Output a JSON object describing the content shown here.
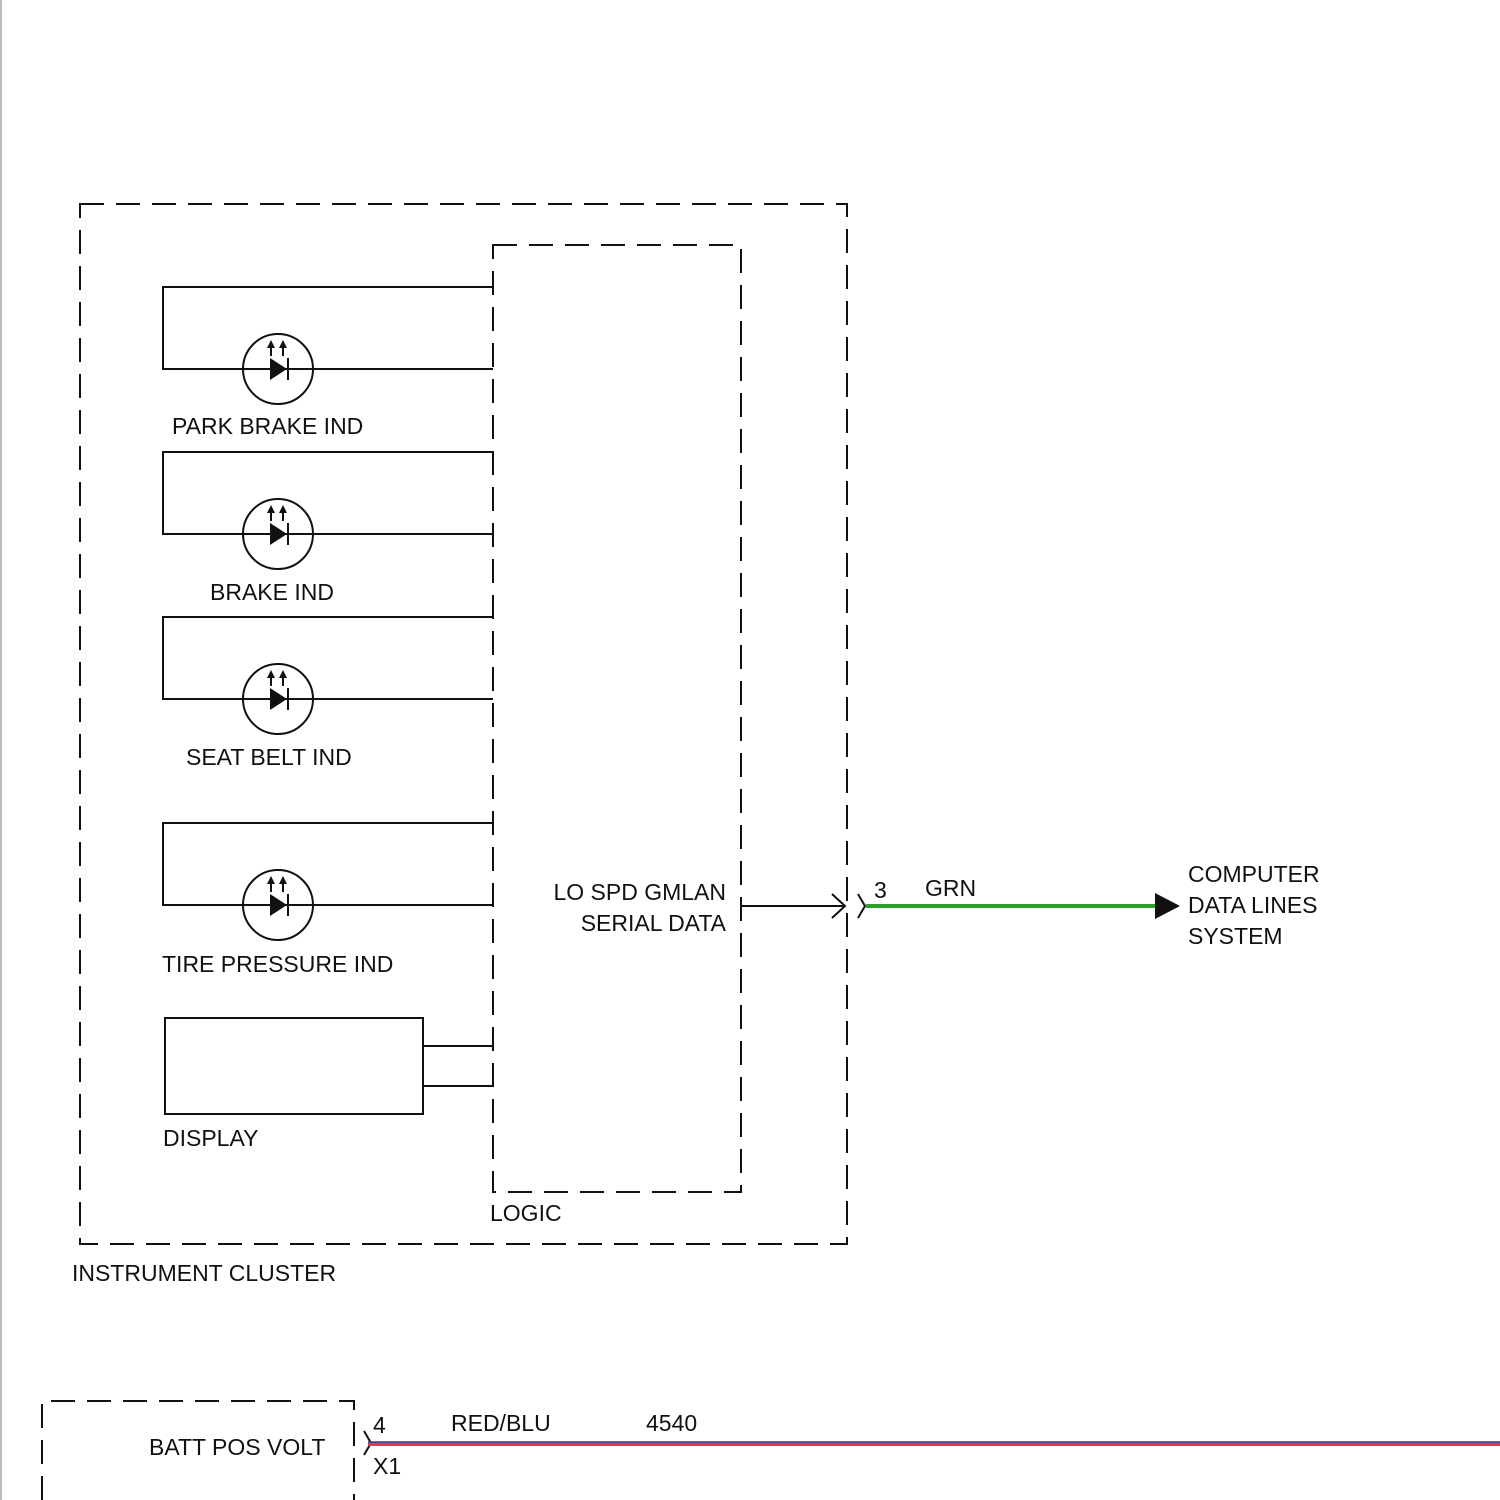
{
  "instrument_cluster": {
    "label": "INSTRUMENT CLUSTER",
    "indicators": [
      {
        "label": "PARK BRAKE IND"
      },
      {
        "label": "BRAKE IND"
      },
      {
        "label": "SEAT BELT IND"
      },
      {
        "label": "TIRE PRESSURE IND"
      }
    ],
    "display_label": "DISPLAY",
    "logic_label": "LOGIC",
    "serial_line1": "LO SPD GMLAN",
    "serial_line2": "SERIAL DATA"
  },
  "data_circuit": {
    "pin": "3",
    "wire_color_label": "GRN",
    "wire_color": "#2ca02c",
    "destination_line1": "COMPUTER",
    "destination_line2": "DATA LINES",
    "destination_line3": "SYSTEM"
  },
  "power_circuit": {
    "source_label": "BATT POS VOLT",
    "pin": "4",
    "connector": "X1",
    "wire_color_label": "RED/BLU",
    "circuit_number": "4540",
    "wire_color_primary": "#e8335a",
    "wire_color_stripe": "#3a3aa0"
  }
}
